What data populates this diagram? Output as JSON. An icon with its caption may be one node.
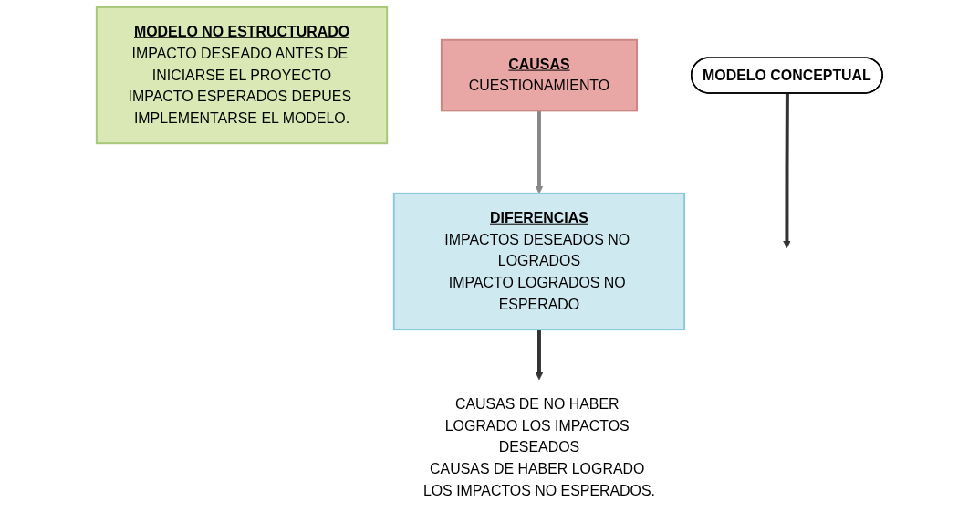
{
  "diagram": {
    "nodes": [
      {
        "text": [
          "MODELO NO ESTRUCTURADO",
          "IMPACTO DESEADO ANTES DE INICIARSE EL PROYECTO",
          "IMPACTO ESPERADOS DEPUES IMPLEMENTARSE EL MODELO."
        ]
      },
      {
        "text": [
          "MODELO CONCEPTUAL"
        ]
      },
      {
        "text": [
          "CAUSAS",
          "CUESTIONAMIENTO"
        ]
      },
      {
        "text": [
          "CAUSAS DE NO HABER LOGRADO LOS IMPACTOS DESEADOS",
          "CAUSAS DE HABER LOGRADO LOS IMPACTOS NO ESPERADOS."
        ]
      },
      {
        "text": [
          "DIFERENCIAS",
          "IMPACTOS DESEADOS NO LOGRADOS",
          "IMPACTO LOGRADOS NO ESPERADO"
        ]
      }
    ],
    "edges": [
      {
        "from": 1,
        "to": null,
        "arrow": "to"
      },
      {
        "from": 2,
        "to": 4,
        "arrow": "to",
        "color": "#888888"
      },
      {
        "from": 4,
        "to": 3,
        "arrow": "to"
      }
    ]
  }
}
